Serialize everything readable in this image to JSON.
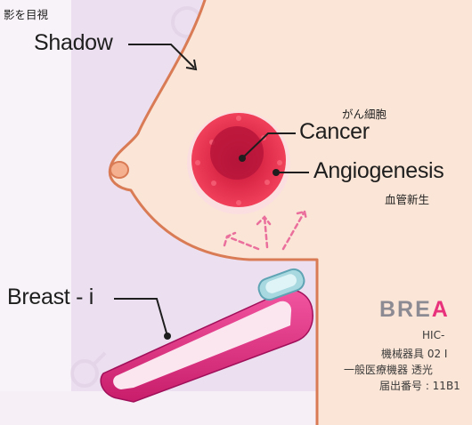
{
  "labels": {
    "shadow_jp": "影を目視",
    "shadow": "Shadow",
    "cancer_jp": "がん細胞",
    "cancer": "Cancer",
    "angiogenesis": "Angiogenesis",
    "angiogenesis_jp": "血管新生",
    "device": "Breast - i"
  },
  "brand": {
    "main": "BRE",
    "accent": "A"
  },
  "info_lines": [
    "HIC-",
    "機械器具 02 I",
    "一般医療機器 透光",
    "届出番号 : 11B1"
  ],
  "colors": {
    "background": "#ecdff0",
    "skin": "#fbe5d6",
    "outline": "#d97b55",
    "tumor": "#e2304e",
    "device_pink": "#e8327c",
    "arrow": "#ea6f9c"
  }
}
